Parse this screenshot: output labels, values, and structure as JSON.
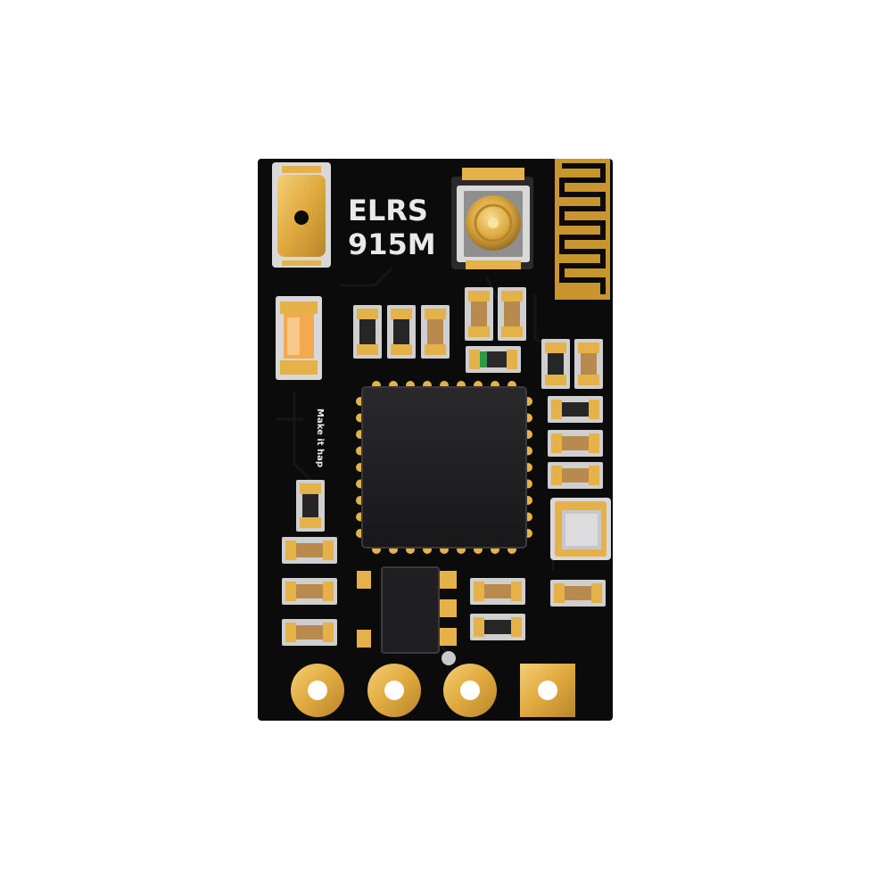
{
  "board": {
    "label_line1": "ELRS",
    "label_line2": "915M",
    "slogan": "Make it hap"
  },
  "colors": {
    "background": "#ffffff",
    "pcb": "#0b0b0c",
    "gold": "#e5b24a",
    "silkscreen": "#d8d8d8",
    "chip": "#1c1c1e",
    "resistor": "#262626",
    "capacitor": "#b88a4e",
    "led": "#f0a64e",
    "diode_band": "#2f9a46"
  }
}
